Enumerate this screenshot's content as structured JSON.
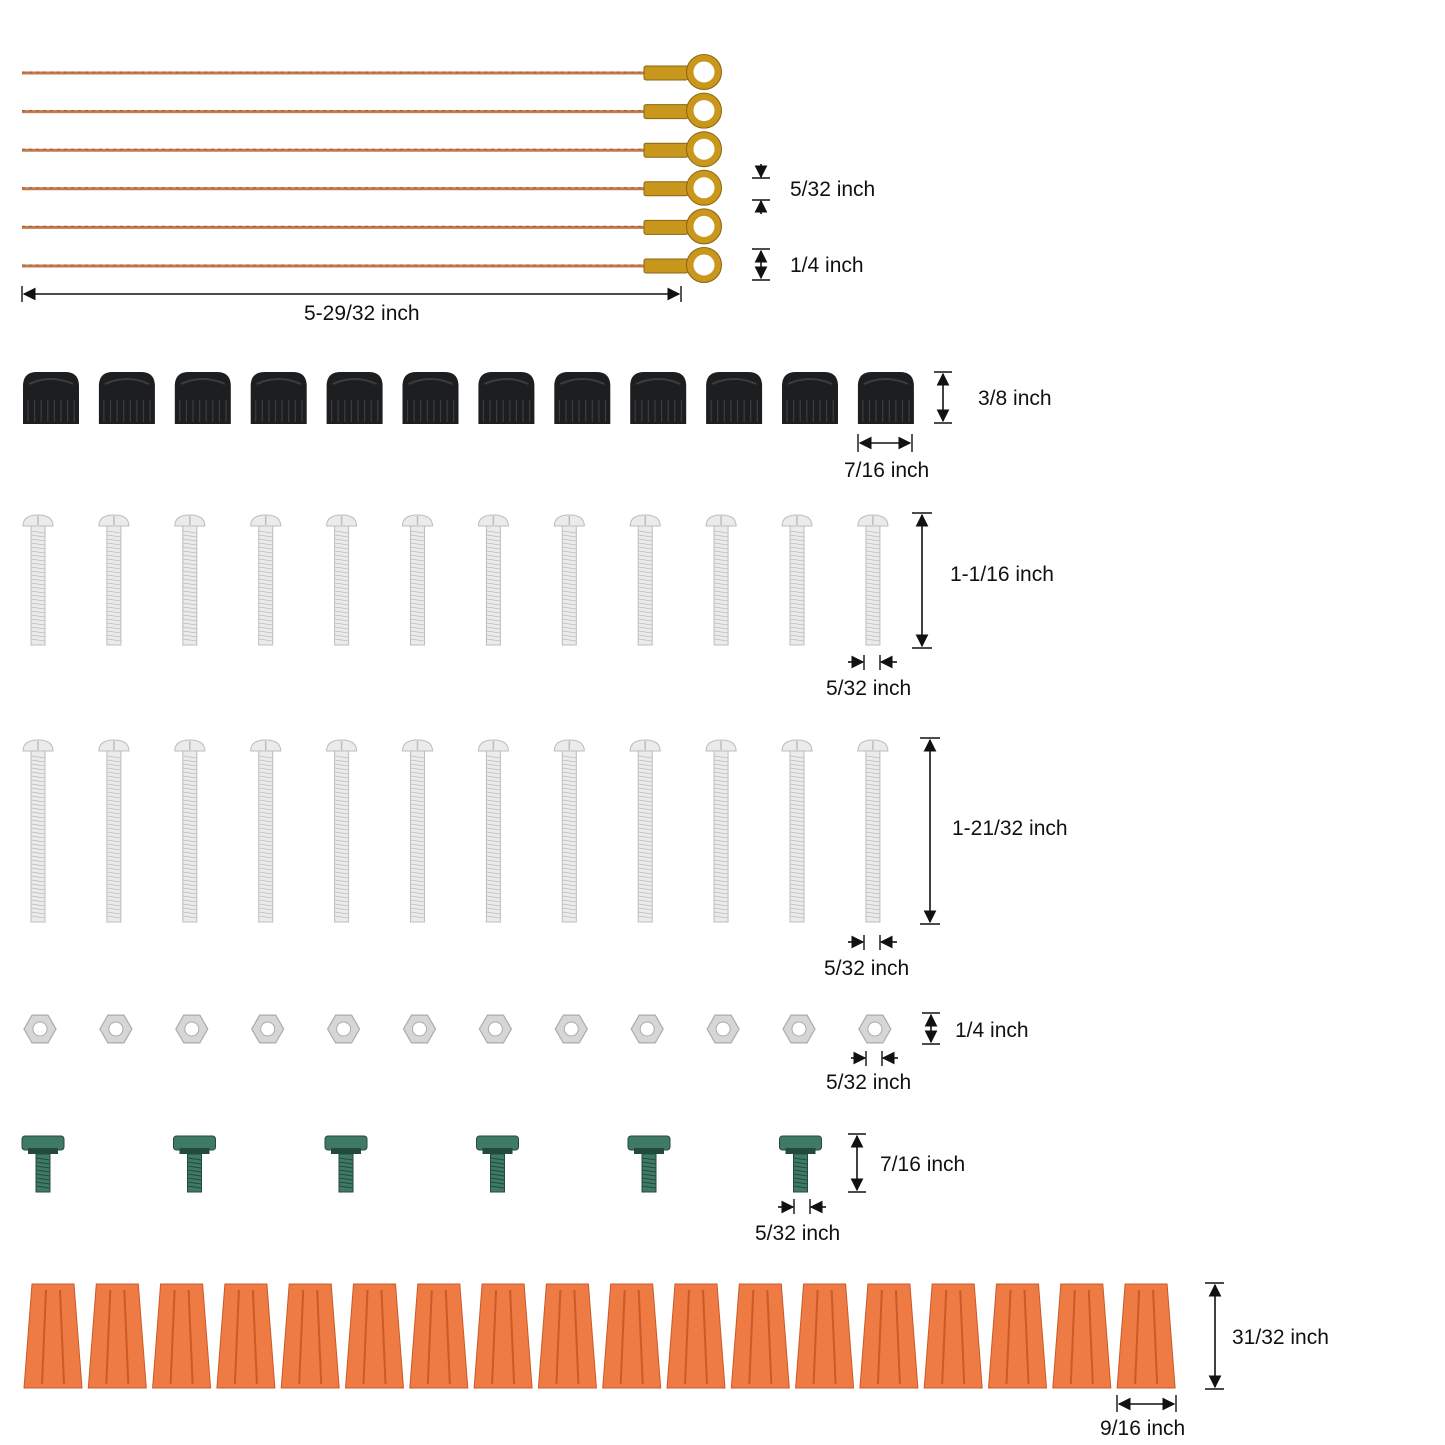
{
  "colors": {
    "background": "#ffffff",
    "wire": "#c47a4a",
    "wire_dark": "#9b5432",
    "ring_terminal": "#c9971c",
    "ring_terminal_dark": "#8a6410",
    "valve_cap": "#1c1e20",
    "valve_cap_highlight": "#3a3d40",
    "screw": "#ebebeb",
    "screw_shadow": "#bdbdbd",
    "nut": "#d4d6d8",
    "ground_screw": "#3f7a66",
    "ground_screw_dark": "#244a3c",
    "wire_nut": "#ee7a44",
    "wire_nut_dark": "#c95a2a",
    "dimension_line": "#111111"
  },
  "items": {
    "ground_wires": {
      "count": 6,
      "icon": "copper-ground-wire-with-ring-terminal",
      "ring_hole_label": "5/32 inch",
      "ring_outer_label": "1/4 inch",
      "length_label": "5-29/32 inch"
    },
    "valve_caps": {
      "count": 12,
      "icon": "black-knurled-cap",
      "height_label": "3/8 inch",
      "width_label": "7/16 inch"
    },
    "short_screws": {
      "count": 12,
      "icon": "round-head-machine-screw",
      "length_label": "1-1/16 inch",
      "diameter_label": "5/32 inch"
    },
    "long_screws": {
      "count": 12,
      "icon": "round-head-machine-screw",
      "length_label": "1-21/32 inch",
      "diameter_label": "5/32 inch"
    },
    "hex_nuts": {
      "count": 12,
      "icon": "hex-nut",
      "width_label": "1/4 inch",
      "hole_label": "5/32 inch"
    },
    "ground_screws": {
      "count": 6,
      "icon": "green-ground-screw",
      "length_label": "7/16 inch",
      "diameter_label": "5/32 inch"
    },
    "wire_nuts": {
      "count": 18,
      "icon": "orange-wire-nut-connector",
      "height_label": "31/32 inch",
      "width_label": "9/16 inch"
    }
  }
}
